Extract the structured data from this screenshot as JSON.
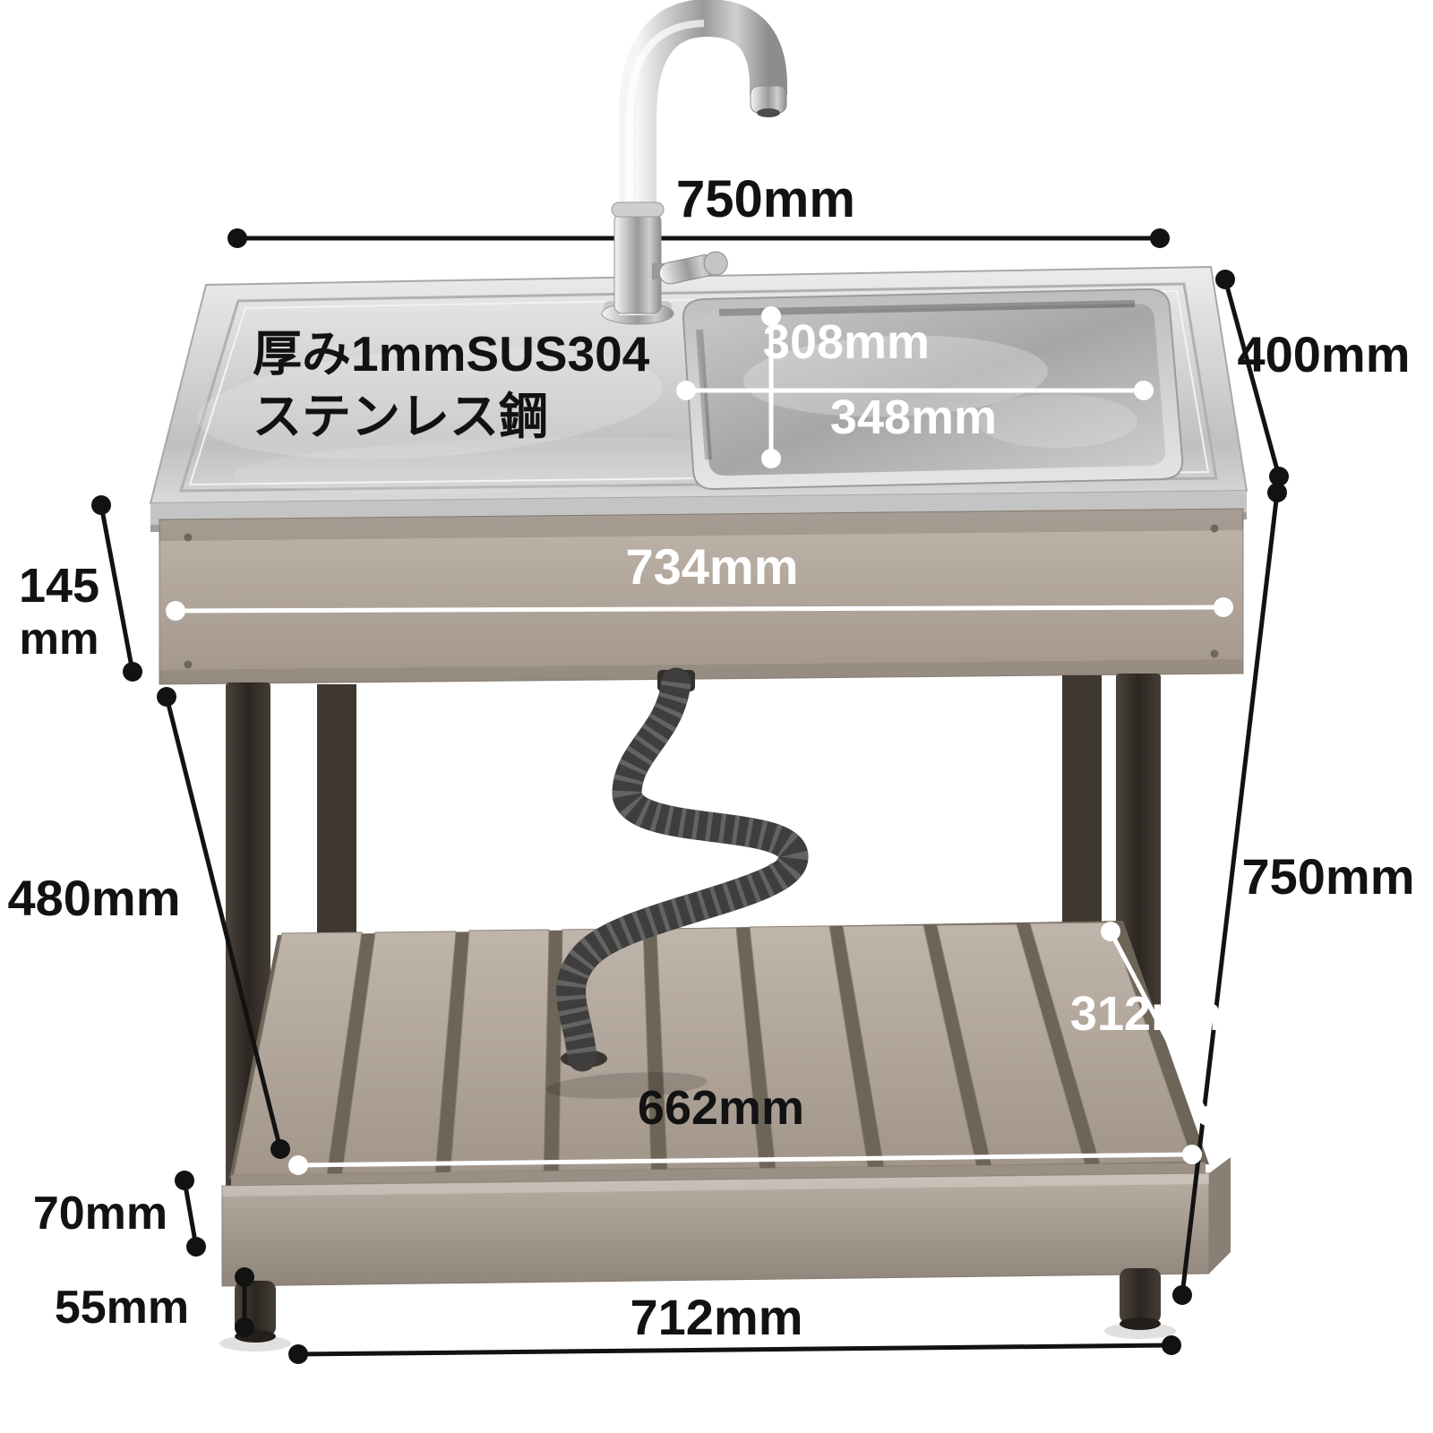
{
  "material": {
    "line1": "厚み1mmSUS304",
    "line2": "ステンレス鋼"
  },
  "dims": {
    "top_width": "750mm",
    "top_depth": "400mm",
    "basin_depth": "308mm",
    "basin_width": "348mm",
    "frame_width": "734mm",
    "apron_height_value": "145",
    "apron_height_unit": "mm",
    "clearance_height": "480mm",
    "overall_height": "750mm",
    "shelf_depth": "312mm",
    "shelf_width": "662mm",
    "rail_height": "70mm",
    "foot_height": "55mm",
    "base_width": "712mm"
  },
  "colors": {
    "annotation_dark": "#121212",
    "annotation_light": "#ffffff",
    "stainless": "#d7d7d7",
    "frame_wood": "#b3a79c",
    "legs": "#37302b"
  }
}
